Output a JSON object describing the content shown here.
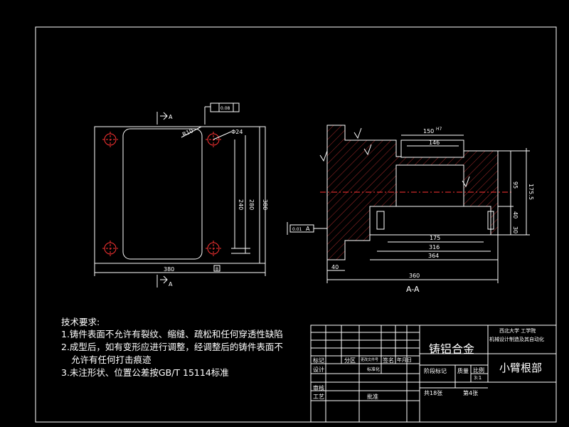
{
  "drawing": {
    "views": {
      "section_label_top": "A",
      "section_label_bottom": "A",
      "section_view_title": "A-A"
    },
    "front_view": {
      "dims": {
        "width": "380",
        "height": "380",
        "inner_h1": "240",
        "inner_h2": "280",
        "radius": "R10",
        "hole": "Φ24",
        "datum": "B",
        "flatness_tol": "0.08"
      }
    },
    "section_view": {
      "dims": {
        "top_width": "150",
        "top_tol": "H7",
        "inner_width": "146",
        "d175": "175",
        "d316": "316",
        "d364": "364",
        "d360": "360",
        "left_40": "40",
        "h175_5": "175.5",
        "h95": "95",
        "h40": "40",
        "h30": "30",
        "ref_left": "A",
        "ref_tol": "0.01"
      }
    },
    "technical_requirements": {
      "heading": "技术要求:",
      "items": [
        "1.铸件表面不允许有裂纹、缩缝、疏松和任何穿透性缺陷",
        "2.成型后，如有变形应进行调整，经调整后的铸件表面不",
        "允许有任何打击痕迹",
        "3.未注形状、位置公差按GB/T 15114标准"
      ]
    },
    "title_block": {
      "material": "铸铝合金",
      "school": "西北大学 工学院",
      "school_sub": "机械设计制造及其自动化",
      "part_name": "小臂根部",
      "scale_label": "比例",
      "scale_value": "3:1",
      "weight_label": "质量",
      "stage_label": "阶段标记",
      "sheet_total": "共18张",
      "sheet_no": "第4张",
      "mark_label": "标记",
      "zone_label": "分区",
      "doc_label": "更改文件号",
      "sign_label": "签名",
      "date_label": "年月日",
      "design_label": "设计",
      "std_label": "标准化",
      "review_label": "审核",
      "process_label": "工艺",
      "approve_label": "批准"
    }
  }
}
